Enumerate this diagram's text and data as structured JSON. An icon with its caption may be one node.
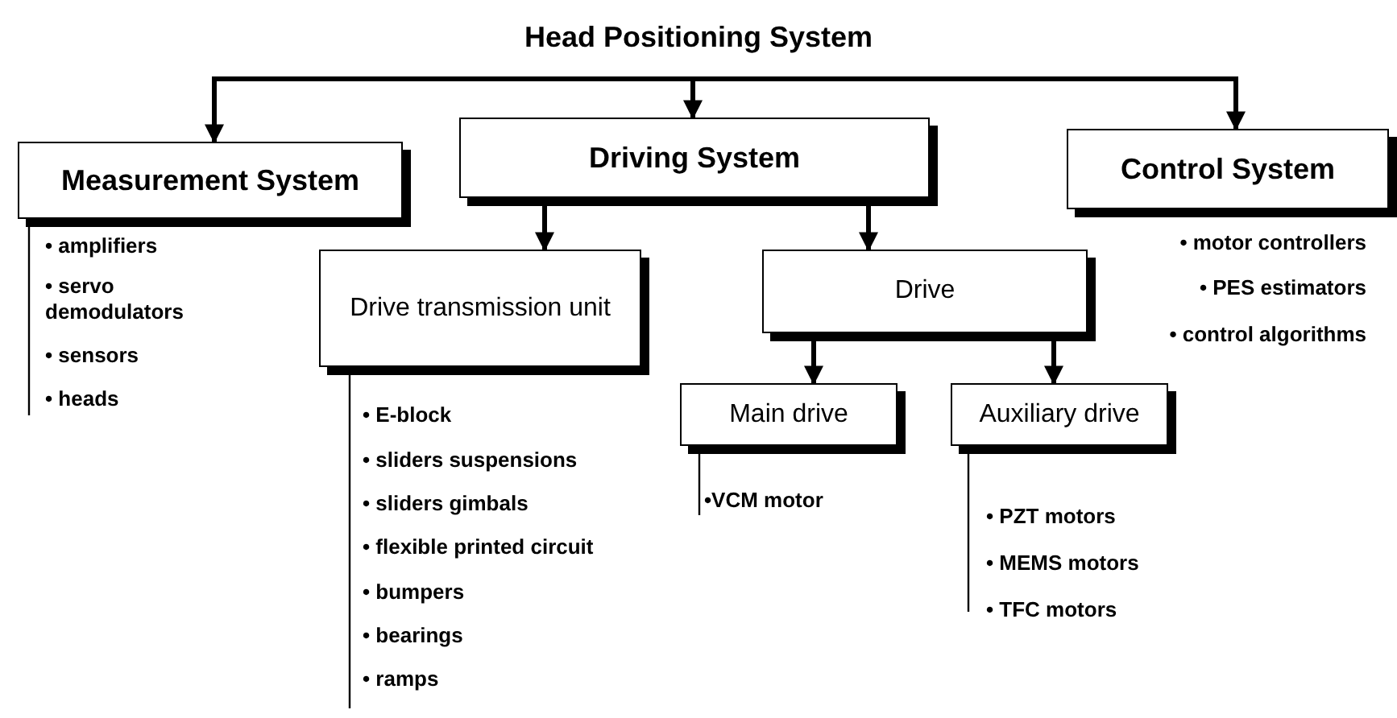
{
  "diagram": {
    "title": "Head Positioning System",
    "nodes": [
      {
        "text": [
          "Measurement System"
        ],
        "beside": [
          "• amplifiers",
          "• servo demodulators",
          "• sensors",
          "• heads"
        ]
      },
      {
        "text": [
          "Driving System"
        ]
      },
      {
        "text": [
          "Control System"
        ],
        "beside": [
          "• motor controllers",
          "• PES estimators",
          "• control algorithms"
        ]
      },
      {
        "text": [
          "Drive transmission unit"
        ],
        "beside": [
          "• E-block",
          "• sliders suspensions",
          "• sliders gimbals",
          "• flexible printed circuit",
          "• bumpers",
          "• bearings",
          "• ramps"
        ]
      },
      {
        "text": [
          "Drive"
        ]
      },
      {
        "text": [
          "Main drive"
        ],
        "beside": [
          "•VCM motor"
        ]
      },
      {
        "text": [
          "Auxiliary drive"
        ],
        "beside": [
          "• PZT motors",
          "• MEMS motors",
          "• TFC motors"
        ]
      }
    ],
    "edges": [
      {
        "from": null,
        "to": 0,
        "arrow": "to"
      },
      {
        "from": null,
        "to": 1,
        "arrow": "to"
      },
      {
        "from": null,
        "to": 2,
        "arrow": "to"
      },
      {
        "from": 1,
        "to": 3,
        "arrow": "to"
      },
      {
        "from": 1,
        "to": 4,
        "arrow": "to"
      },
      {
        "from": 4,
        "to": 5,
        "arrow": "to"
      },
      {
        "from": 4,
        "to": 6,
        "arrow": "to"
      }
    ]
  }
}
